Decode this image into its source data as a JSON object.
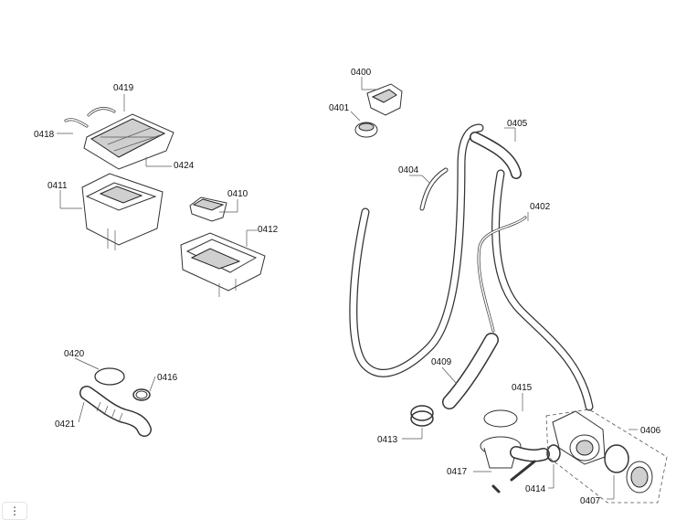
{
  "parts": {
    "p0400": "0400",
    "p0401": "0401",
    "p0402": "0402",
    "p0404": "0404",
    "p0405": "0405",
    "p0406": "0406",
    "p0407": "0407",
    "p0409": "0409",
    "p0410": "0410",
    "p0411": "0411",
    "p0412": "0412",
    "p0413": "0413",
    "p0414": "0414",
    "p0415": "0415",
    "p0416": "0416",
    "p0417": "0417",
    "p0418": "0418",
    "p0419": "0419",
    "p0420": "0420",
    "p0421": "0421",
    "p0424": "0424"
  },
  "menu": {
    "glyph": "⋮",
    "icon": "more-vertical-icon"
  }
}
